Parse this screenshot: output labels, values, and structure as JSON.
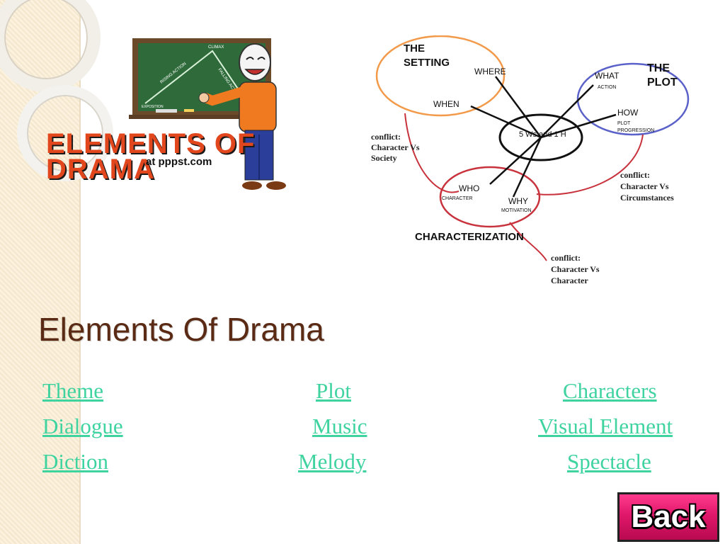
{
  "logo": {
    "line1": "ELEMENTS OF",
    "line2": "DRAMA",
    "site": "at pppst.com",
    "board_words": [
      "CLIMAX",
      "RISING ACTION",
      "FALLING ACTION",
      "EXPOSITION"
    ]
  },
  "diagram": {
    "center": "5 Ws and 1 H",
    "setting": "THE SETTING",
    "setting_line1": "THE",
    "setting_line2": "SETTING",
    "plot_line1": "THE",
    "plot_line2": "PLOT",
    "where": "WHERE",
    "when": "WHEN",
    "what": "WHAT",
    "action": "ACTION",
    "how": "HOW",
    "plot_progression_1": "PLOT",
    "plot_progression_2": "PROGRESSION",
    "who": "WHO",
    "character": "CHARACTER",
    "why": "WHY",
    "motivation": "MOTIVATION",
    "characterization": "CHARACTERIZATION",
    "conflict_society": [
      "conflict:",
      "Character Vs",
      "Society"
    ],
    "conflict_circumstances": [
      "conflict:",
      "Character Vs",
      "Circumstances"
    ],
    "conflict_character": [
      "conflict:",
      "Character Vs",
      "Character"
    ]
  },
  "title": "Elements Of Drama",
  "links": {
    "theme": "Theme",
    "plot": "Plot",
    "characters": "Characters",
    "dialogue": "Dialogue",
    "music": "Music",
    "visual_element": "Visual Element",
    "diction": "Diction",
    "melody": "Melody",
    "spectacle": "Spectacle"
  },
  "back_button": "Back",
  "colors": {
    "link": "#3fd3a0",
    "title": "#5a2a14",
    "back_button": "#e0176a",
    "setting_circle": "#f39a4a",
    "plot_circle": "#5a62c9",
    "character_circle": "#c8323c"
  }
}
